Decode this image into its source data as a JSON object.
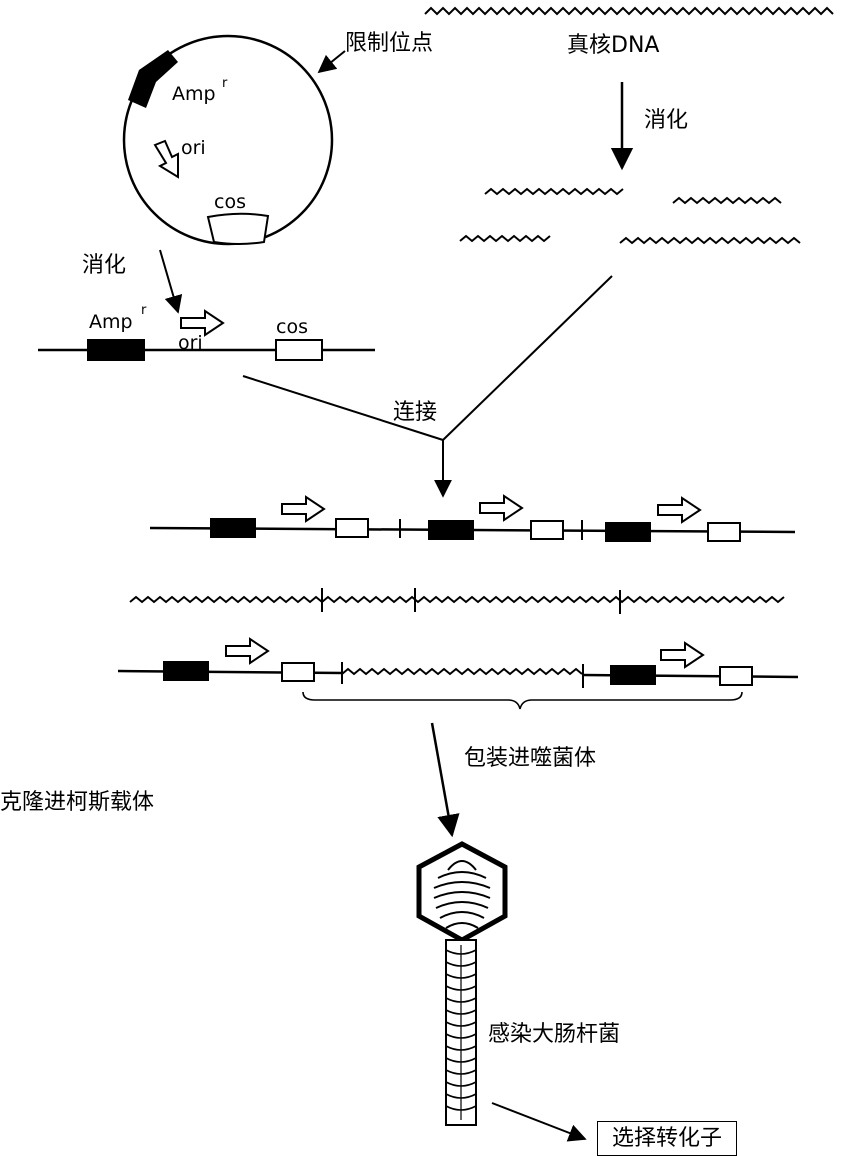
{
  "labels": {
    "restriction_site": "限制位点",
    "eukaryotic_dna": "真核DNA",
    "digest_right": "消化",
    "digest_left": "消化",
    "amp": "Amp",
    "amp_sup": "r",
    "ori": "ori",
    "cos": "cos",
    "ligation": "连接",
    "packaging": "包装进噬菌体",
    "cloning": "克隆进柯斯载体",
    "infect": "感染大肠杆菌",
    "select": "选择转化子"
  }
}
